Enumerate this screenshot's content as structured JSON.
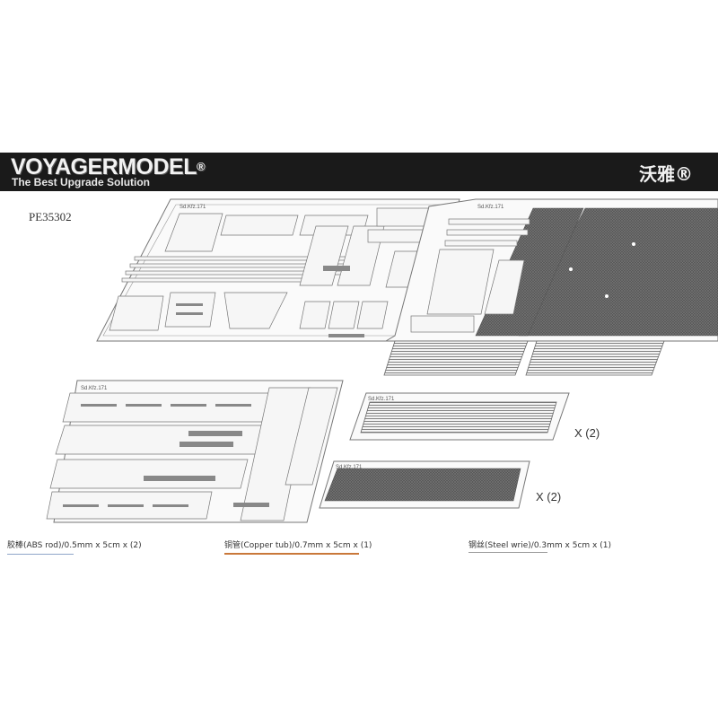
{
  "header": {
    "brand": "VOYAGERMODEL",
    "registered": "®",
    "tagline": "The Best Upgrade Solution",
    "brand_cn": "沃雅®"
  },
  "product": {
    "code": "PE35302"
  },
  "frets": {
    "label": "Sd.Kfz.171",
    "qty_a": "X (2)",
    "qty_b": "X (2)"
  },
  "rods": [
    {
      "label": "胶棒(ABS rod)/0.5mm x 5cm x (2)",
      "color": "#8fa6c9"
    },
    {
      "label": "铜管(Copper tub)/0.7mm x 5cm x (1)",
      "color": "#c9783a"
    },
    {
      "label": "钢丝(Steel wrie)/0.3mm x 5cm x (1)",
      "color": "#9a9a9a"
    }
  ]
}
